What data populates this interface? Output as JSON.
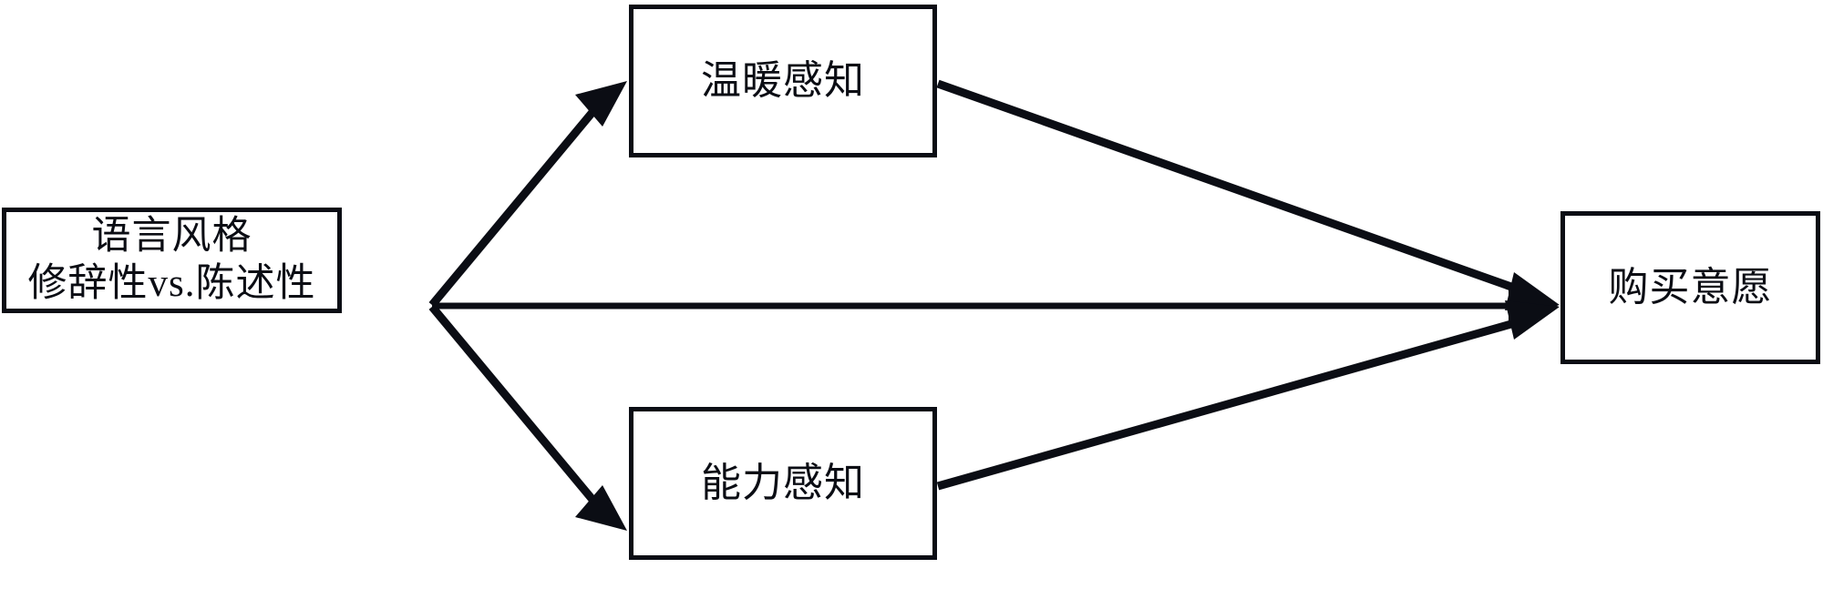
{
  "diagram": {
    "type": "mediation-model",
    "title": "",
    "background_color": "#ffffff",
    "stroke_color": "#0b0d14",
    "text_color": "#0b0d14",
    "nodes": [
      {
        "id": "independent",
        "role": "independent-variable",
        "label": "语言风格\n修辞性vs.陈述性",
        "line1": "语言风格",
        "line2": "修辞性vs.陈述性"
      },
      {
        "id": "mediator-warmth",
        "role": "mediator",
        "label": "温暖感知"
      },
      {
        "id": "mediator-competence",
        "role": "mediator",
        "label": "能力感知"
      },
      {
        "id": "outcome",
        "role": "dependent-variable",
        "label": "购买意愿"
      }
    ],
    "edges": [
      {
        "id": "edge-independent-to-warmth",
        "from": "independent",
        "to": "mediator-warmth",
        "label": "",
        "arrow": "single"
      },
      {
        "id": "edge-independent-to-competence",
        "from": "independent",
        "to": "mediator-competence",
        "label": "",
        "arrow": "single"
      },
      {
        "id": "edge-independent-to-outcome",
        "from": "independent",
        "to": "outcome",
        "label": "",
        "arrow": "single"
      },
      {
        "id": "edge-warmth-to-outcome",
        "from": "mediator-warmth",
        "to": "outcome",
        "label": "",
        "arrow": "single"
      },
      {
        "id": "edge-competence-to-outcome",
        "from": "mediator-competence",
        "to": "outcome",
        "label": "",
        "arrow": "single"
      }
    ]
  }
}
